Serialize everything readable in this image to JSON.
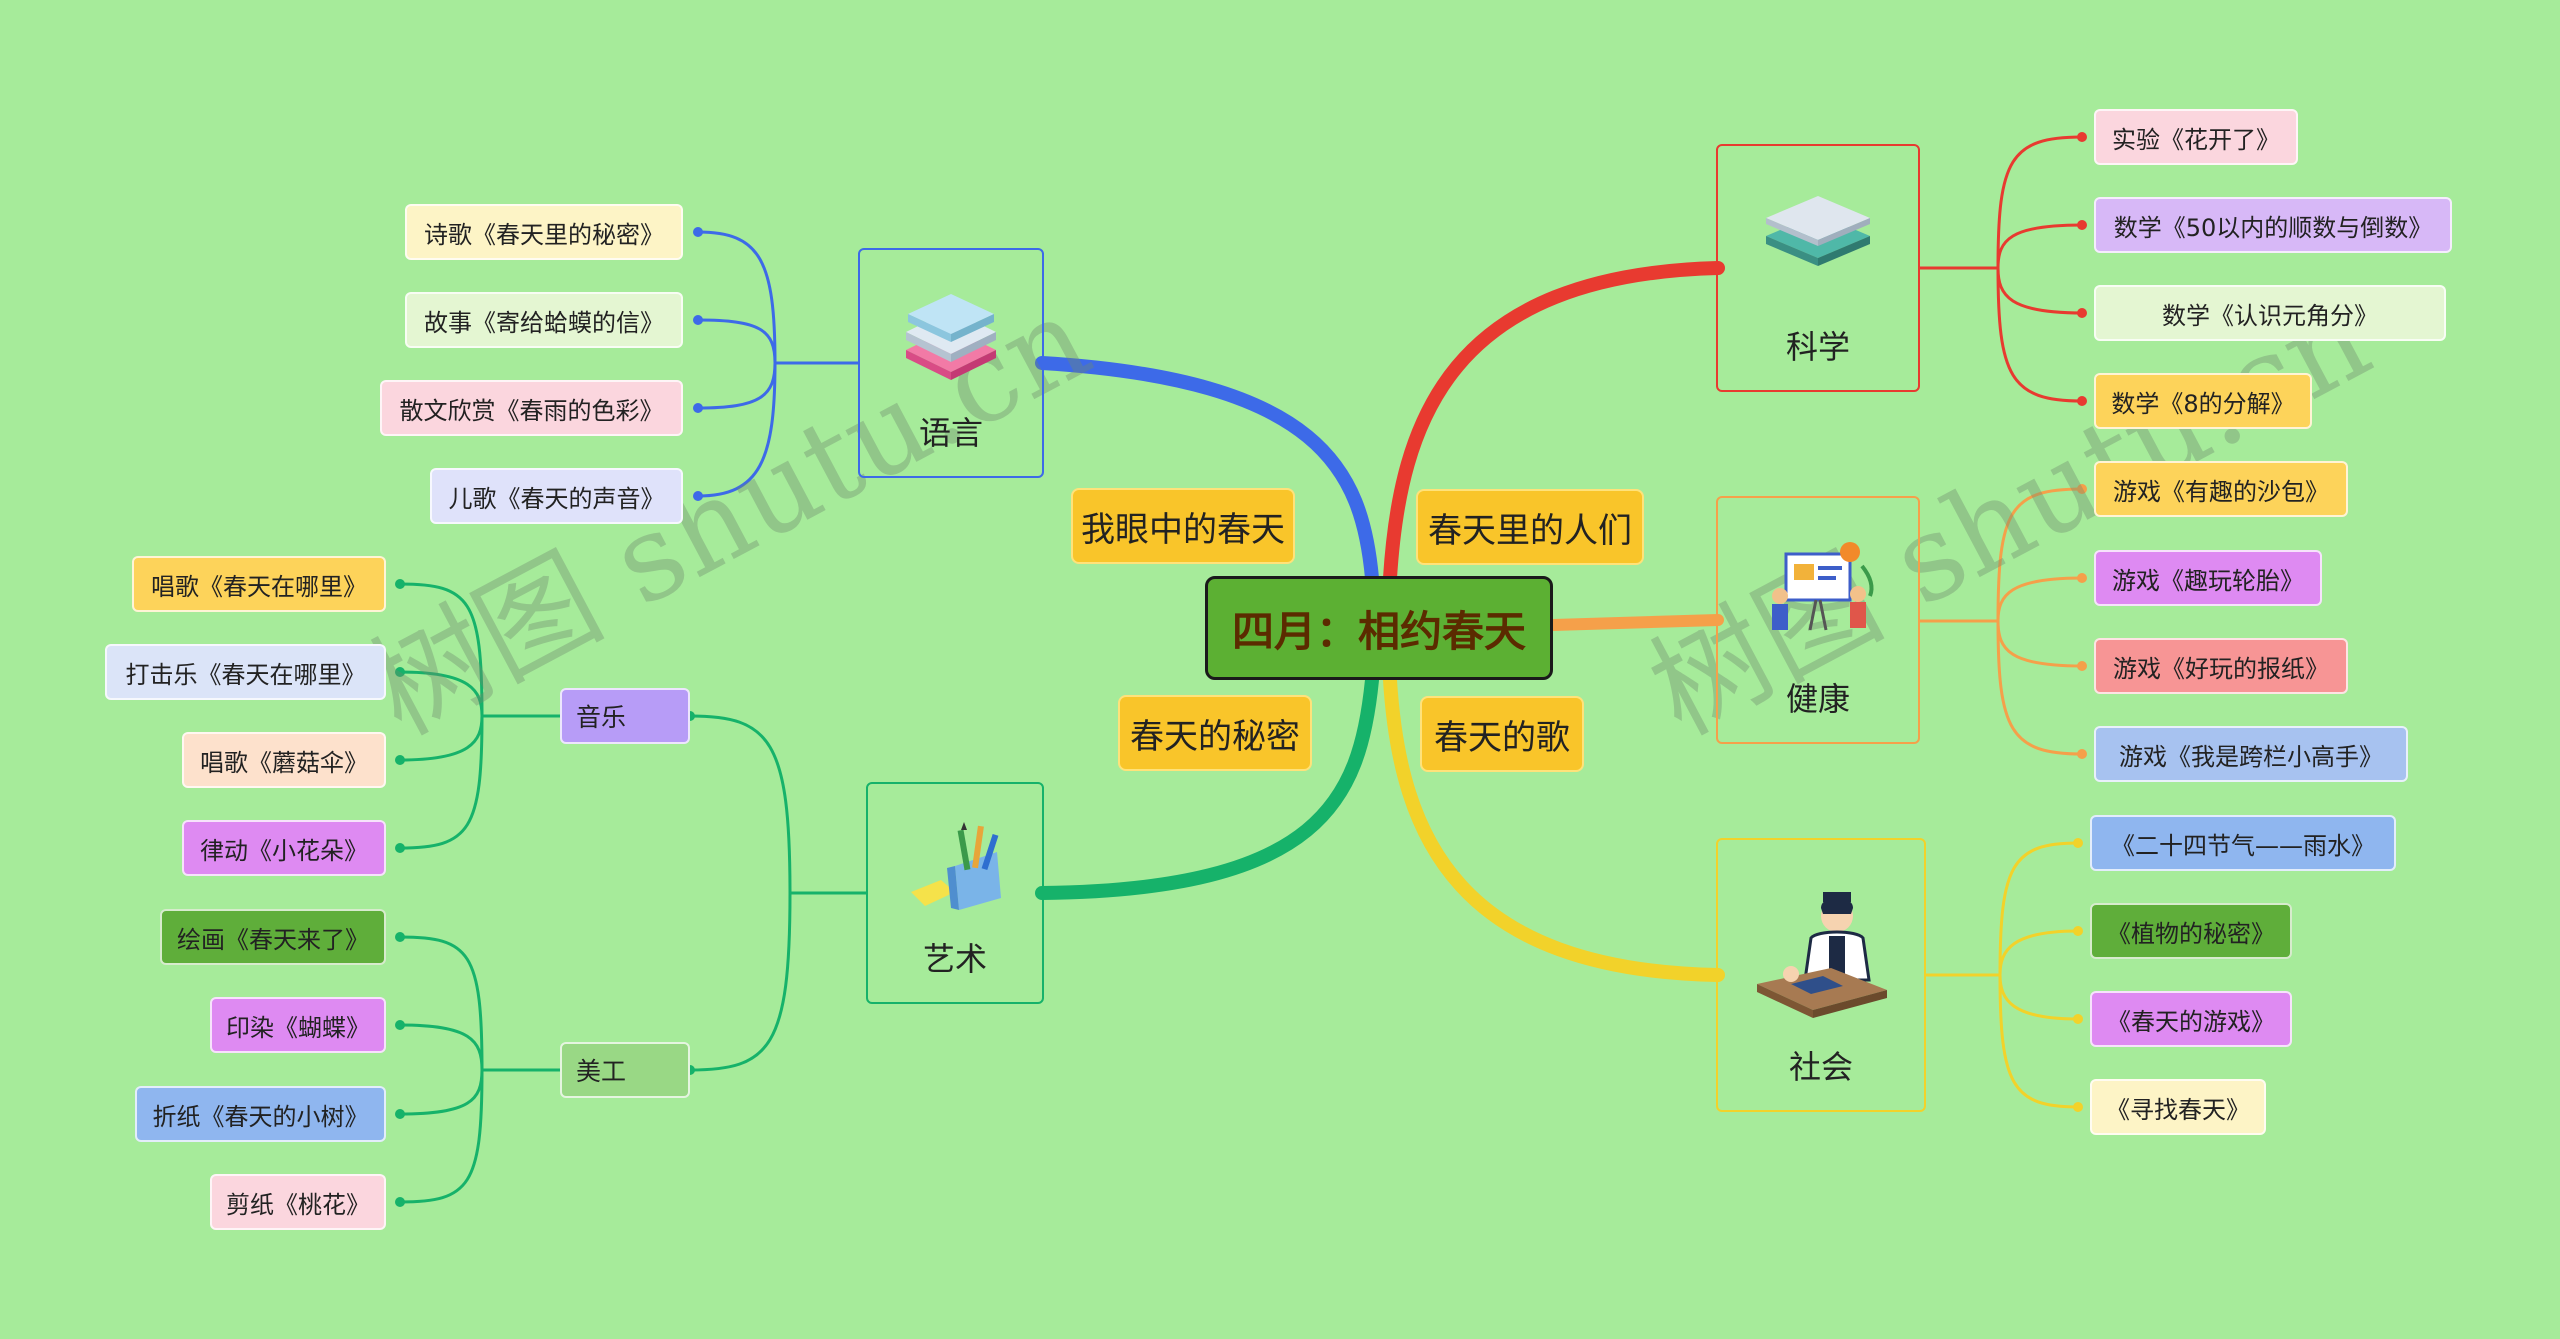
{
  "center": "四月：相约春天",
  "topics": {
    "t1": "我眼中的春天",
    "t2": "春天里的人们",
    "t3": "春天的秘密",
    "t4": "春天的歌"
  },
  "branches": {
    "language": {
      "label": "语言",
      "items": [
        "诗歌《春天里的秘密》",
        "故事《寄给蛤蟆的信》",
        "散文欣赏《春雨的色彩》",
        "儿歌《春天的声音》"
      ]
    },
    "art": {
      "label": "艺术",
      "music": {
        "label": "音乐",
        "items": [
          "唱歌《春天在哪里》",
          "打击乐《春天在哪里》",
          "唱歌《蘑菇伞》",
          "律动《小花朵》"
        ]
      },
      "craft": {
        "label": "美工",
        "items": [
          "绘画《春天来了》",
          "印染《蝴蝶》",
          "折纸《春天的小树》",
          "剪纸《桃花》"
        ]
      }
    },
    "science": {
      "label": "科学",
      "items": [
        "实验《花开了》",
        "数学《50以内的顺数与倒数》",
        "数学《认识元角分》",
        "数学《8的分解》"
      ]
    },
    "health": {
      "label": "健康",
      "items": [
        "游戏《有趣的沙包》",
        "游戏《趣玩轮胎》",
        "游戏《好玩的报纸》",
        "游戏《我是跨栏小高手》"
      ]
    },
    "society": {
      "label": "社会",
      "items": [
        "《二十四节气——雨水》",
        "《植物的秘密》",
        "《春天的游戏》",
        "《寻找春天》"
      ]
    }
  },
  "colors": {
    "background": "#a6eb9a",
    "language": "#3d6ae8",
    "art": "#16b26a",
    "science": "#e83a30",
    "health": "#f5a04a",
    "society": "#f2d22a"
  },
  "watermark": "树图 shutu.cn"
}
